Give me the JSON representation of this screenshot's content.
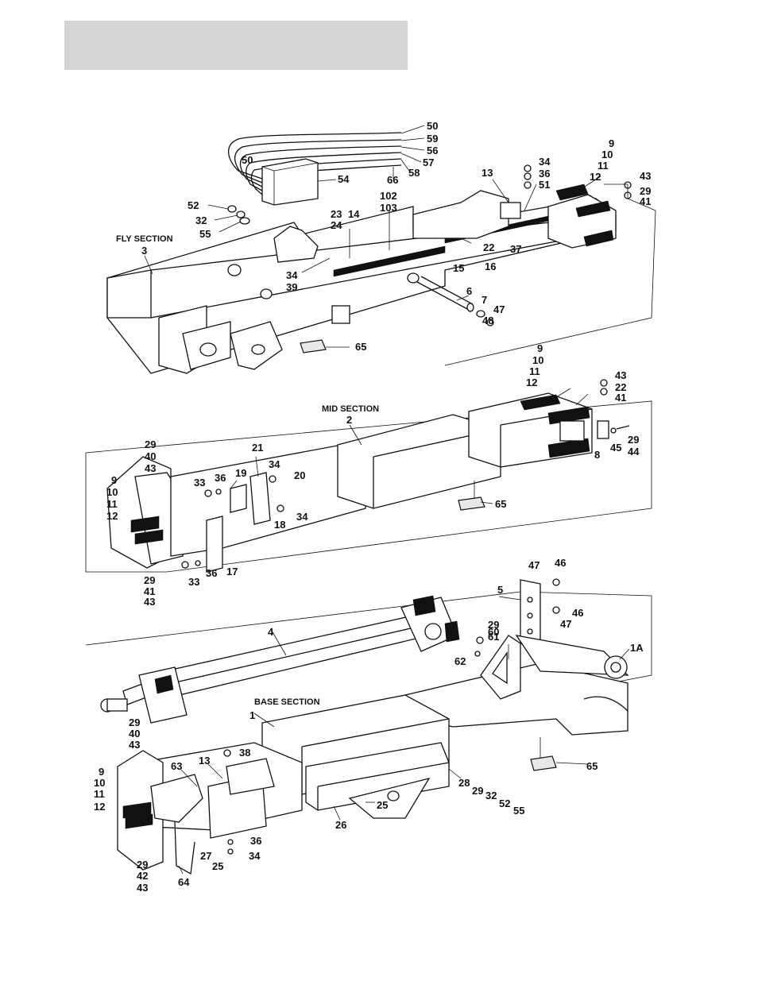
{
  "sections": [
    {
      "key": "fly",
      "name": "FLY SECTION",
      "number": "3"
    },
    {
      "key": "mid",
      "name": "MID SECTION",
      "number": "2"
    },
    {
      "key": "base",
      "name": "BASE SECTION",
      "number": "1"
    }
  ],
  "callouts": [
    "50",
    "59",
    "56",
    "57",
    "58",
    "66",
    "50",
    "54",
    "52",
    "32",
    "55",
    "13",
    "34",
    "36",
    "51",
    "9",
    "10",
    "11",
    "12",
    "43",
    "29",
    "41",
    "102",
    "103",
    "23",
    "24",
    "14",
    "22",
    "37",
    "15",
    "16",
    "34",
    "39",
    "6",
    "7",
    "47",
    "48",
    "65",
    "9",
    "10",
    "11",
    "12",
    "43",
    "22",
    "41",
    "29",
    "44",
    "45",
    "8",
    "65",
    "29",
    "40",
    "43",
    "33",
    "36",
    "19",
    "21",
    "34",
    "20",
    "34",
    "18",
    "9",
    "10",
    "11",
    "12",
    "29",
    "41",
    "43",
    "33",
    "36",
    "17",
    "47",
    "46",
    "5",
    "46",
    "47",
    "29",
    "61",
    "60",
    "1A",
    "62",
    "4",
    "29",
    "40",
    "43",
    "38",
    "63",
    "13",
    "9",
    "10",
    "11",
    "12",
    "65",
    "28",
    "29",
    "32",
    "52",
    "55",
    "25",
    "26",
    "27",
    "25",
    "36",
    "34",
    "29",
    "42",
    "43",
    "64"
  ]
}
